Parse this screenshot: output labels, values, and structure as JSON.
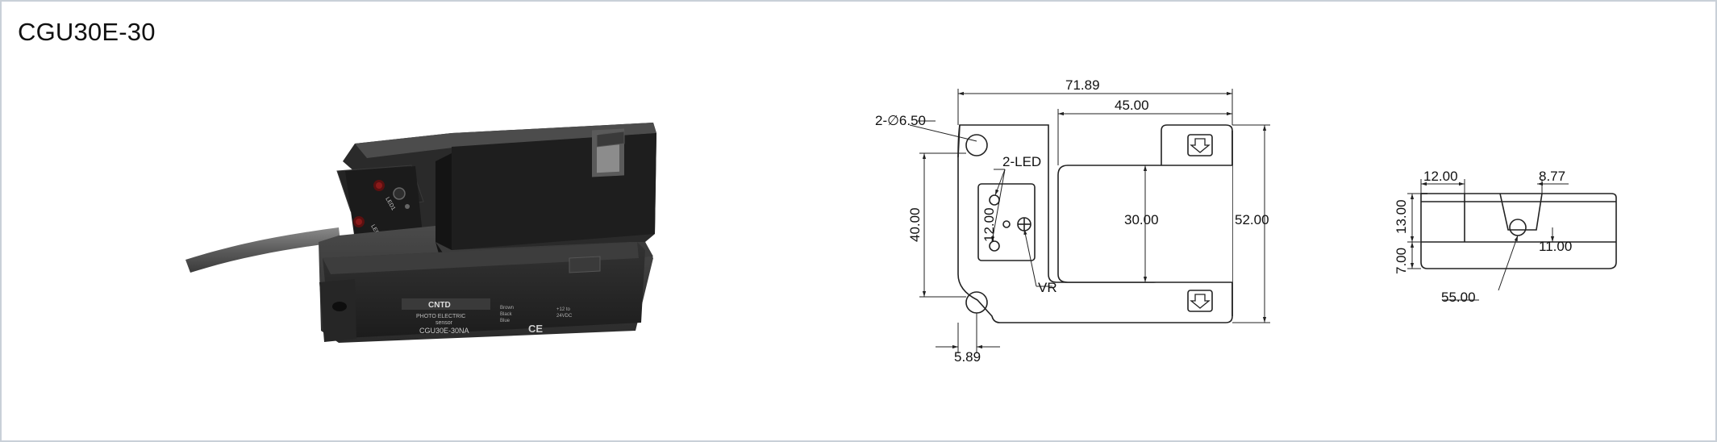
{
  "title": "CGU30E-30",
  "product_photo": {
    "brand": "CNTD",
    "line1": "PHOTO ELECTRIC",
    "line2": "sensor",
    "model": "CGU30E-30NA",
    "wire_brown": "Brown",
    "wire_black": "Black",
    "wire_blue": "Blue",
    "supply1": "+12 to",
    "supply2": "24VDC",
    "ce": "CE",
    "led1": "LED1",
    "led2": "LED2"
  },
  "front_view": {
    "overall_width": "71.89",
    "slot_depth": "45.00",
    "holes": "2-∅6.50",
    "leds": "2-LED",
    "hole_pitch": "40.00",
    "led_spacing": "12.00",
    "slot_width": "30.00",
    "overall_height": "52.00",
    "vr": "VR",
    "hole_offset": "5.89"
  },
  "side_view": {
    "left_width": "12.00",
    "notch_width": "8.77",
    "top_height": "13.00",
    "bottom_height": "7.00",
    "hole_height": "11.00",
    "hole_position": "55.00"
  },
  "colors": {
    "frame_border": "#c9d0d8",
    "line": "#222222",
    "sensor_body": "#2b2b2b"
  }
}
